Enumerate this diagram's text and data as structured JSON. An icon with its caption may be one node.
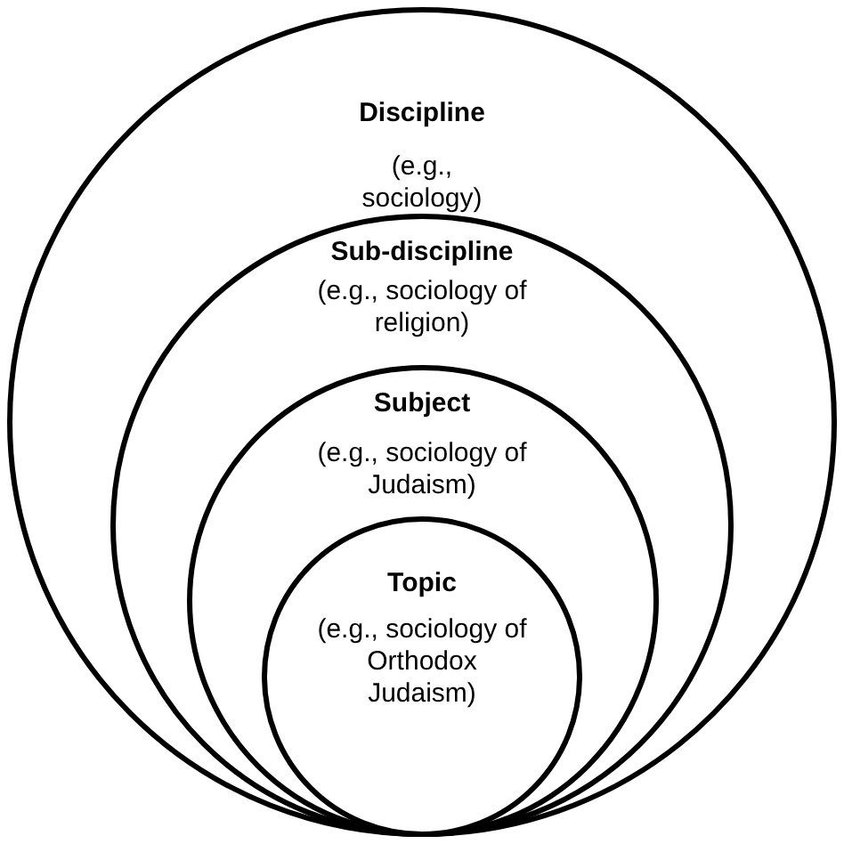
{
  "diagram": {
    "nodes": [
      {
        "text": [
          "Discipline",
          "(e.g., sociology)"
        ]
      },
      {
        "text": [
          "Sub-discipline",
          "(e.g., sociology of religion)"
        ],
        "in": 0
      },
      {
        "text": [
          "Subject",
          "(e.g., sociology of Judaism)"
        ],
        "in": 1
      },
      {
        "text": [
          "Topic",
          "(e.g., sociology of Orthodox Judaism)"
        ],
        "in": 2
      }
    ]
  }
}
